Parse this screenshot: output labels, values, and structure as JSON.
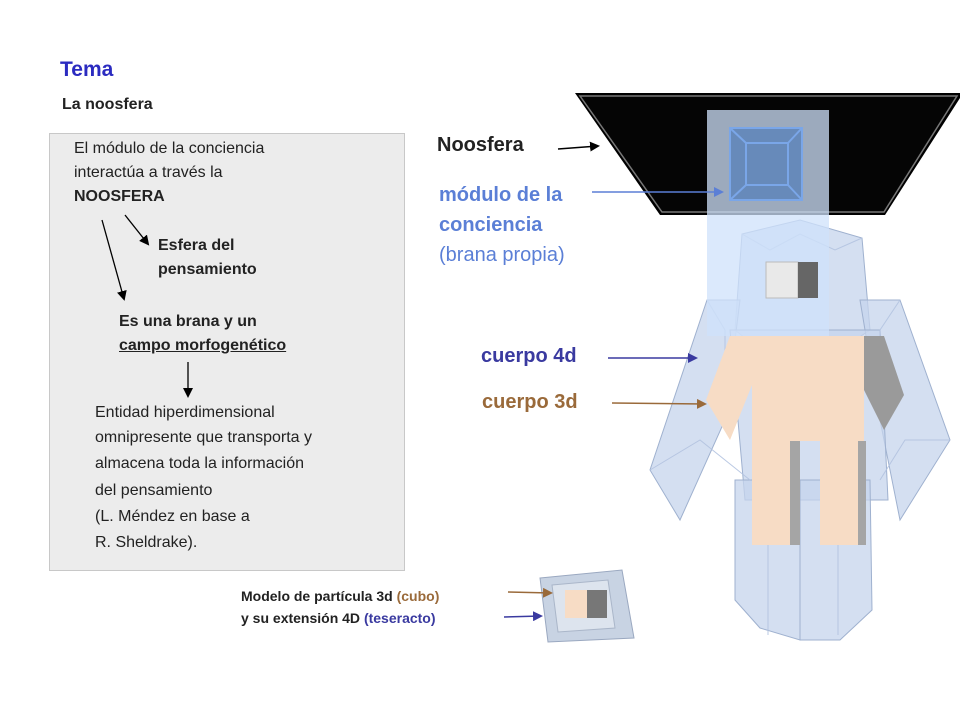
{
  "header": {
    "tema": "Tema",
    "subtitle": "La noosfera"
  },
  "panel": {
    "intro_line1": "El módulo de la conciencia",
    "intro_line2": "interactúa a través la",
    "intro_line3": "NOOSFERA",
    "esfera_line1": "Esfera del",
    "esfera_line2": "pensamiento",
    "brana_line1": "Es una brana y un",
    "brana_line2": "campo morfogenético",
    "entidad_line1": "Entidad hiperdimensional",
    "entidad_line2": "omnipresente que transporta y",
    "entidad_line3": "almacena toda la información",
    "entidad_line4": "del pensamiento",
    "entidad_line5": "(L. Méndez en base a",
    "entidad_line6": "R. Sheldrake)."
  },
  "labels": {
    "noosfera": "Noosfera",
    "modulo_line1": "módulo de la",
    "modulo_line2": "conciencia",
    "modulo_line3": "(brana propia)",
    "cuerpo4d": "cuerpo 4d",
    "cuerpo3d": "cuerpo 3d"
  },
  "caption": {
    "line1_main": "Modelo de partícula 3d ",
    "line1_paren": "(cubo)",
    "line2_main": "y su extensión 4D ",
    "line2_paren": "(teseracto)"
  },
  "colors": {
    "title_blue": "#2b2bc0",
    "module_blue": "#5b7fd6",
    "body4d_blue": "#3a3aa0",
    "body3d_brown": "#9a6a3a",
    "noosphere_black": "#000000",
    "skin": "#f7dcc5"
  }
}
